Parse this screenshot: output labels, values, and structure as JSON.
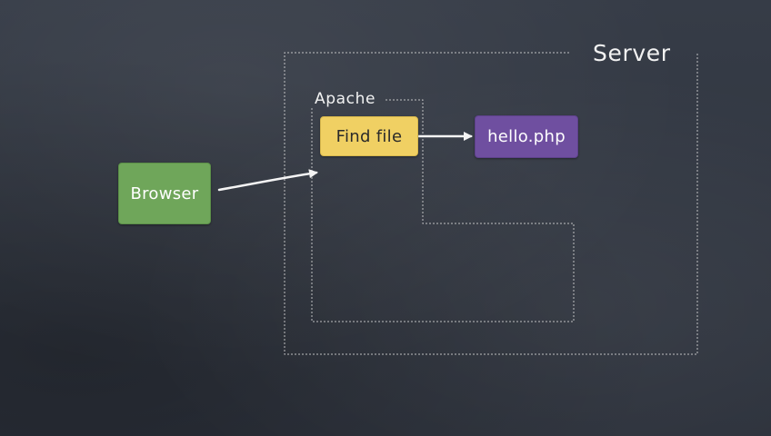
{
  "labels": {
    "server": "Server",
    "apache": "Apache"
  },
  "nodes": {
    "browser": "Browser",
    "find_file": "Find file",
    "hello_php": "hello.php"
  },
  "colors": {
    "background": "#2f3540",
    "browser": "#6fa65a",
    "find_file": "#f0d063",
    "hello_php": "#6f4fa0",
    "line": "#e6e6e6"
  }
}
